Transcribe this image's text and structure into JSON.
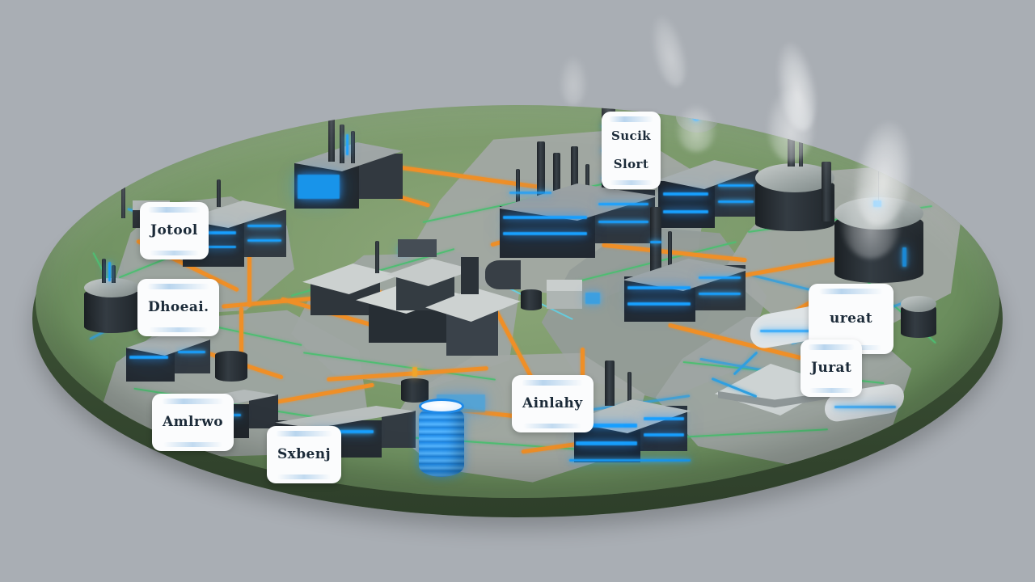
{
  "scene": {
    "title": "Isometric industrial complex on circular green platform",
    "background_color": "#a9aeb4",
    "disc_top_color": "#7d9b6c",
    "disc_edge_color": "#3b5034",
    "terrain_color": "#9fa6a4"
  },
  "legend_colors": {
    "pipeline_orange": "#ef8f27",
    "boundary_green": "#4fbd72",
    "water_blue": "#2f9fe0",
    "facility_glow": "#18a0ff",
    "tank_dark": "#242b30",
    "smoke_white": "#f5f7f8"
  },
  "labels": [
    {
      "id": "label-northwest-tank",
      "text": "Jotool",
      "lines": [
        "Jotool"
      ]
    },
    {
      "id": "label-west-plant",
      "text": "Dhoeai.",
      "lines": [
        "Dhoeai."
      ]
    },
    {
      "id": "label-southwest-unit",
      "text": "Amlrwo",
      "lines": [
        "Amlrwo"
      ]
    },
    {
      "id": "label-south-depot",
      "text": "Sxbenj",
      "lines": [
        "Sxbenj"
      ]
    },
    {
      "id": "label-center-south",
      "text": "Ainlahy",
      "lines": [
        "Ainlahy"
      ]
    },
    {
      "id": "label-north-refinery",
      "text": "Sucik\nSlort",
      "lines": [
        "Sucik",
        "Slort"
      ]
    },
    {
      "id": "label-east-treatment",
      "text": "ureat",
      "lines": [
        "ureat"
      ]
    },
    {
      "id": "label-east-yard",
      "text": "Jurat",
      "lines": [
        "Jurat"
      ]
    }
  ],
  "facilities": [
    {
      "id": "facility-north-refinery",
      "name": "large refinery with tall stacks",
      "glow": true
    },
    {
      "id": "facility-northwest-plant",
      "name": "processing plant",
      "glow": true
    },
    {
      "id": "facility-west-complex",
      "name": "blue-lit industrial block",
      "glow": true
    },
    {
      "id": "facility-center-campus",
      "name": "central grey building campus",
      "glow": false
    },
    {
      "id": "facility-east-refinery",
      "name": "east refinery tower cluster",
      "glow": true
    },
    {
      "id": "facility-north-storage",
      "name": "storage tank farm with smoke",
      "glow": false
    },
    {
      "id": "facility-south-plant",
      "name": "south blue-lit plant",
      "glow": true
    },
    {
      "id": "facility-southeast-yard",
      "name": "silver tanks and yard",
      "glow": false
    },
    {
      "id": "facility-data-silo",
      "name": "blue cylindrical silo",
      "glow": true
    }
  ]
}
